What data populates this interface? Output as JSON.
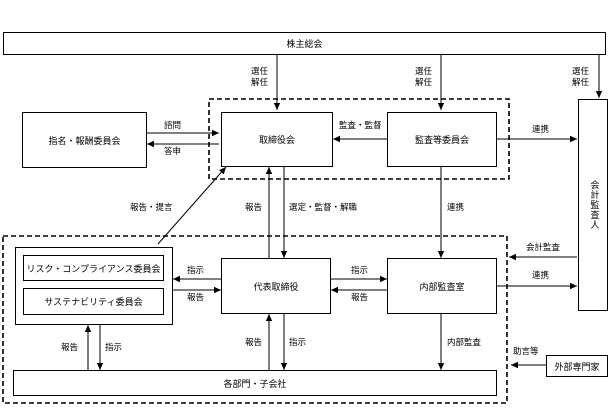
{
  "nodes": {
    "shareholders": "株主総会",
    "nomination_committee": "指名・報酬委員会",
    "board": "取締役会",
    "audit_committee": "監査等委員会",
    "accounting_auditor": "会計監査人",
    "risk_committee": "リスク・コンプライアンス委員会",
    "sustainability_committee": "サステナビリティ委員会",
    "ceo": "代表取締役",
    "internal_audit": "内部監査室",
    "departments": "各部門・子会社",
    "external_experts": "外部専門家"
  },
  "edges": {
    "elect_dismiss_board": [
      "選任",
      "解任"
    ],
    "elect_dismiss_audit": [
      "選任",
      "解任"
    ],
    "elect_dismiss_auditor": [
      "選任",
      "解任"
    ],
    "consult": "諮問",
    "report_answer": "答申",
    "audit_supervise": "監査・監督",
    "cooperation_auditor": "連携",
    "cooperation_internal": "連携",
    "cooperation_internal_auditor": "連携",
    "report_proposal": "報告・提言",
    "ceo_report_board": "報告",
    "board_elect_supervise": "選定・監督・解職",
    "accounting_audit": "会計監査",
    "instruct_committees": "指示",
    "committees_report": "報告",
    "instruct_internal": "指示",
    "internal_report": "報告",
    "dept_report_committees": "報告",
    "committees_instruct_dept": "指示",
    "dept_report_ceo": "報告",
    "ceo_instruct_dept": "指示",
    "internal_audit_dept": "内部監査",
    "advice": "助言等"
  }
}
